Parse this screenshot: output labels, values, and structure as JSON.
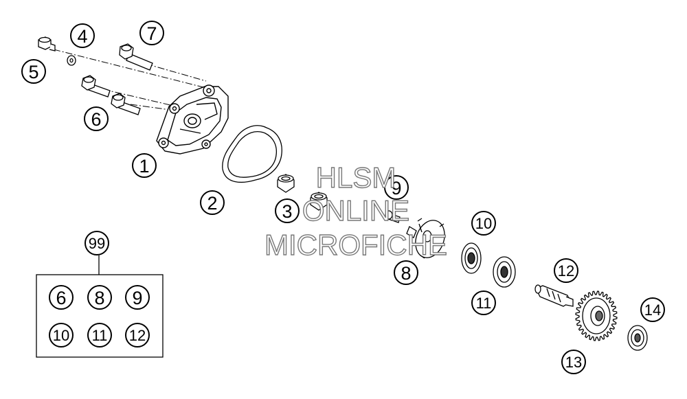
{
  "callouts": [
    {
      "id": "c1",
      "label": "1"
    },
    {
      "id": "c2",
      "label": "2"
    },
    {
      "id": "c3",
      "label": "3"
    },
    {
      "id": "c4",
      "label": "4"
    },
    {
      "id": "c5",
      "label": "5"
    },
    {
      "id": "c6",
      "label": "6"
    },
    {
      "id": "c7",
      "label": "7"
    },
    {
      "id": "c8",
      "label": "8"
    },
    {
      "id": "c9",
      "label": "9"
    },
    {
      "id": "c10",
      "label": "10"
    },
    {
      "id": "c11",
      "label": "11"
    },
    {
      "id": "c12",
      "label": "12"
    },
    {
      "id": "c13",
      "label": "13"
    },
    {
      "id": "c14",
      "label": "14"
    }
  ],
  "kit": {
    "label": "99",
    "contents": [
      "6",
      "8",
      "9",
      "10",
      "11",
      "12"
    ]
  },
  "watermark": {
    "line1": "HLSM",
    "line2": "ONLINE",
    "line3": "MICROFICHE"
  }
}
